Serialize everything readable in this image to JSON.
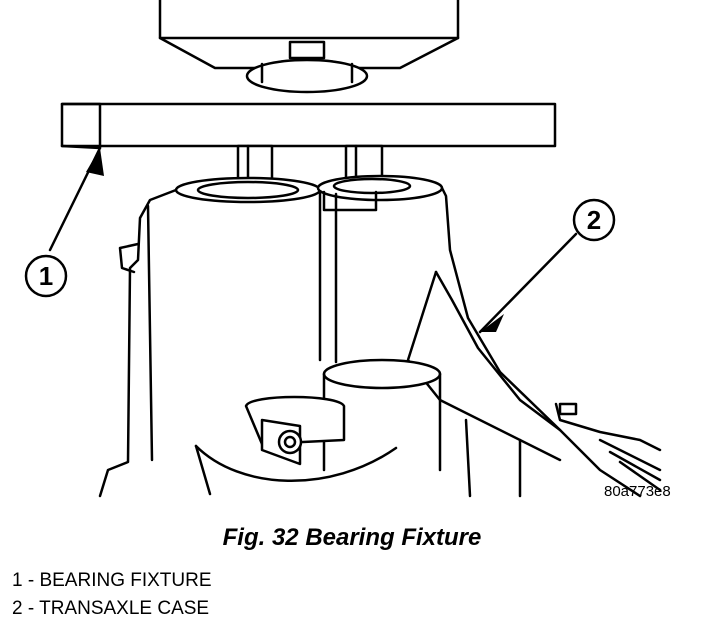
{
  "figure": {
    "caption": "Fig. 32 Bearing Fixture",
    "image_code": "80a773e8",
    "callouts": [
      {
        "number": "1",
        "text": "1 - BEARING FIXTURE"
      },
      {
        "number": "2",
        "text": "2 - TRANSAXLE CASE"
      }
    ]
  },
  "colors": {
    "line": "#000000",
    "background": "#ffffff"
  }
}
